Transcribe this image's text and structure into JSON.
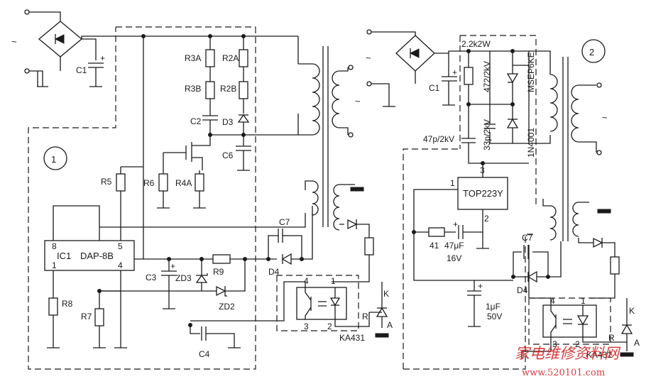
{
  "left_circuit": {
    "number": "1",
    "ic": [
      "IC1",
      "DAP-8B"
    ],
    "ic_pins": {
      "p8": "8",
      "p5": "5",
      "p1": "1",
      "p4": "4"
    },
    "resistors": {
      "r3a": "R3A",
      "r2a": "R2A",
      "r3b": "R3B",
      "r2b": "R2B",
      "r5": "R5",
      "r6": "R6",
      "r4a": "R4A",
      "r8": "R8",
      "r7": "R7",
      "r9": "R9"
    },
    "capacitors": {
      "c1": "C1",
      "c2": "C2",
      "c6": "C6",
      "c7": "C7",
      "c3": "C3",
      "c4": "C4"
    },
    "diodes": {
      "d3": "D3",
      "d4": "D4",
      "zd3": "ZD3",
      "zd2": "ZD2"
    },
    "optocoupler_pins": {
      "p4": "4",
      "p1": "1",
      "p3": "3",
      "p2": "2"
    },
    "regulator": "KA431",
    "reg_pins": {
      "k": "K",
      "r": "R",
      "a": "A"
    },
    "plus": "+"
  },
  "right_circuit": {
    "number": "2",
    "top_resistor": "2.2k2W",
    "cap_472": "472/2kV",
    "cap_33p": "33p/2kV",
    "cap_47p": "47p/2kV",
    "diode_1n": "1N4001",
    "tvs": "MSEP6KE",
    "ic": "TOP223Y",
    "ic_pins": {
      "p3": "3",
      "p1": "1",
      "p2": "2"
    },
    "c1": "C1",
    "r41": "41",
    "cap_47u": [
      "47μF",
      "16V"
    ],
    "cap_1u": [
      "1μF",
      "50V"
    ],
    "c7": "C7",
    "d4": "D4",
    "optocoupler_pins": {
      "p4": "4",
      "p1": "1",
      "p3": "3",
      "p2": "2"
    },
    "regulator": "KA431",
    "reg_pins": {
      "k": "K",
      "r": "R",
      "a": "A"
    },
    "plus": "+"
  },
  "ac_symbol": "~",
  "watermark": {
    "text": "家电维修资料网",
    "url": "www.520101.com",
    "color": "#d21b1b"
  }
}
